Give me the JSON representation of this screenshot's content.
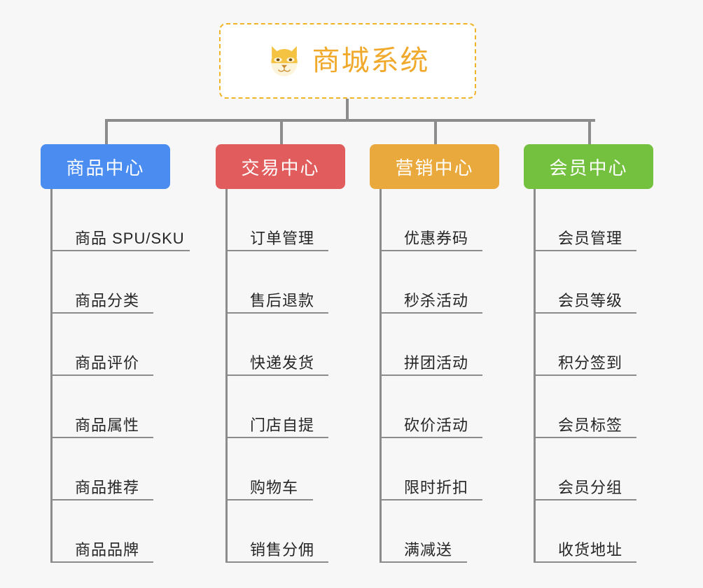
{
  "page": {
    "background_color": "#f7f7f7",
    "line_color": "#8c8c8c"
  },
  "root": {
    "title": "商城系统",
    "icon": "shiba-dog-face-icon",
    "border_color": "#f0b429",
    "text_color": "#f0a92b"
  },
  "categories": [
    {
      "label": "商品中心",
      "color": "#4a8cf0",
      "items": [
        {
          "label": "商品 SPU/SKU",
          "width": "w-wide"
        },
        {
          "label": "商品分类",
          "width": "w-four"
        },
        {
          "label": "商品评价",
          "width": "w-four"
        },
        {
          "label": "商品属性",
          "width": "w-four"
        },
        {
          "label": "商品推荐",
          "width": "w-four"
        },
        {
          "label": "商品品牌",
          "width": "w-four"
        }
      ]
    },
    {
      "label": "交易中心",
      "color": "#e15c5c",
      "items": [
        {
          "label": "订单管理",
          "width": "w-four"
        },
        {
          "label": "售后退款",
          "width": "w-four"
        },
        {
          "label": "快递发货",
          "width": "w-four"
        },
        {
          "label": "门店自提",
          "width": "w-four"
        },
        {
          "label": "购物车",
          "width": "w-three"
        },
        {
          "label": "销售分佣",
          "width": "w-four"
        }
      ]
    },
    {
      "label": "营销中心",
      "color": "#eaa93c",
      "items": [
        {
          "label": "优惠券码",
          "width": "w-four"
        },
        {
          "label": "秒杀活动",
          "width": "w-four"
        },
        {
          "label": "拼团活动",
          "width": "w-four"
        },
        {
          "label": "砍价活动",
          "width": "w-four"
        },
        {
          "label": "限时折扣",
          "width": "w-four"
        },
        {
          "label": "满减送",
          "width": "w-three"
        }
      ]
    },
    {
      "label": "会员中心",
      "color": "#73c13f",
      "items": [
        {
          "label": "会员管理",
          "width": "w-four"
        },
        {
          "label": "会员等级",
          "width": "w-four"
        },
        {
          "label": "积分签到",
          "width": "w-four"
        },
        {
          "label": "会员标签",
          "width": "w-four"
        },
        {
          "label": "会员分组",
          "width": "w-four"
        },
        {
          "label": "收货地址",
          "width": "w-four"
        }
      ]
    }
  ]
}
